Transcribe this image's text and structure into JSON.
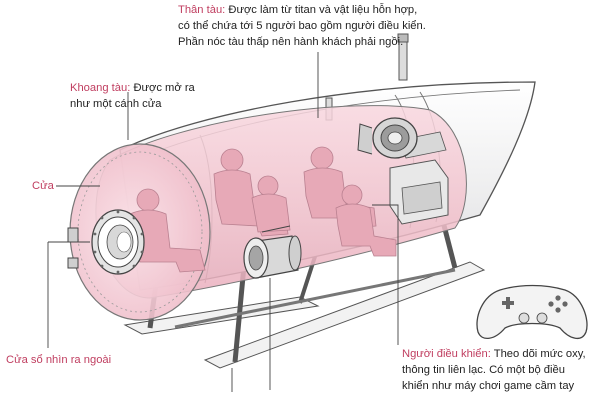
{
  "labels": {
    "hull": {
      "term": "Thân tàu:",
      "line1_rest": " Được làm từ titan và vật liệu hỗn hợp,",
      "line2": "có thể chứa tới 5 người bao gồm người điều kiển.",
      "line3": "Phần nóc tàu thấp nên hành khách phải ngồi."
    },
    "cabin": {
      "term": "Khoang tàu:",
      "line1_rest": " Được mở ra",
      "line2": "như một cánh cửa"
    },
    "door": {
      "term": "Cửa"
    },
    "window": {
      "term": "Cửa sổ nhìn ra ngoài"
    },
    "pilot": {
      "term": "Người điều khiển:",
      "line1_rest": " Theo dõi mức oxy,",
      "line2": "thông tin liên lạc. Có một bộ điều",
      "line3": "khiển như máy chơi game cầm tay"
    }
  },
  "colors": {
    "accent": "#c03e60",
    "cabin_fill": "#f3c4cf",
    "hull_fill": "#e9e9ea",
    "line": "#444444"
  },
  "icons": {
    "controller": "game-controller-icon"
  }
}
